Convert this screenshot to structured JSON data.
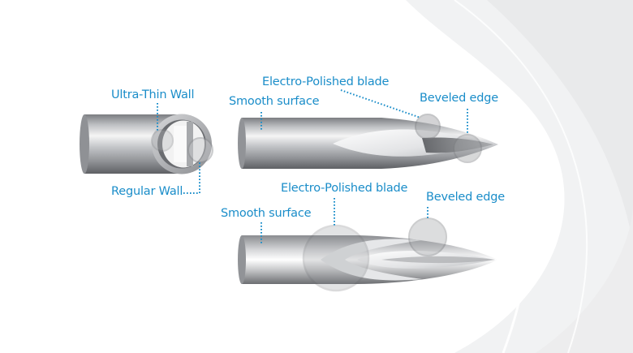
{
  "labels": {
    "ultra_thin_wall": "Ultra-Thin Wall",
    "regular_wall": "Regular Wall",
    "top_smooth_surface": "Smooth surface",
    "top_electro_polished_blade": "Electro-Polished blade",
    "top_beveled_edge": "Beveled edge",
    "bottom_smooth_surface": "Smooth surface",
    "bottom_electro_polished_blade": "Electro-Polished blade",
    "bottom_beveled_edge": "Beveled edge"
  },
  "colors": {
    "label_text": "#1a8dc9",
    "leader_line": "#1a8dc9",
    "metal_dark": "#6f7175",
    "metal_light": "#f4f4f4",
    "background": "#ffffff"
  }
}
